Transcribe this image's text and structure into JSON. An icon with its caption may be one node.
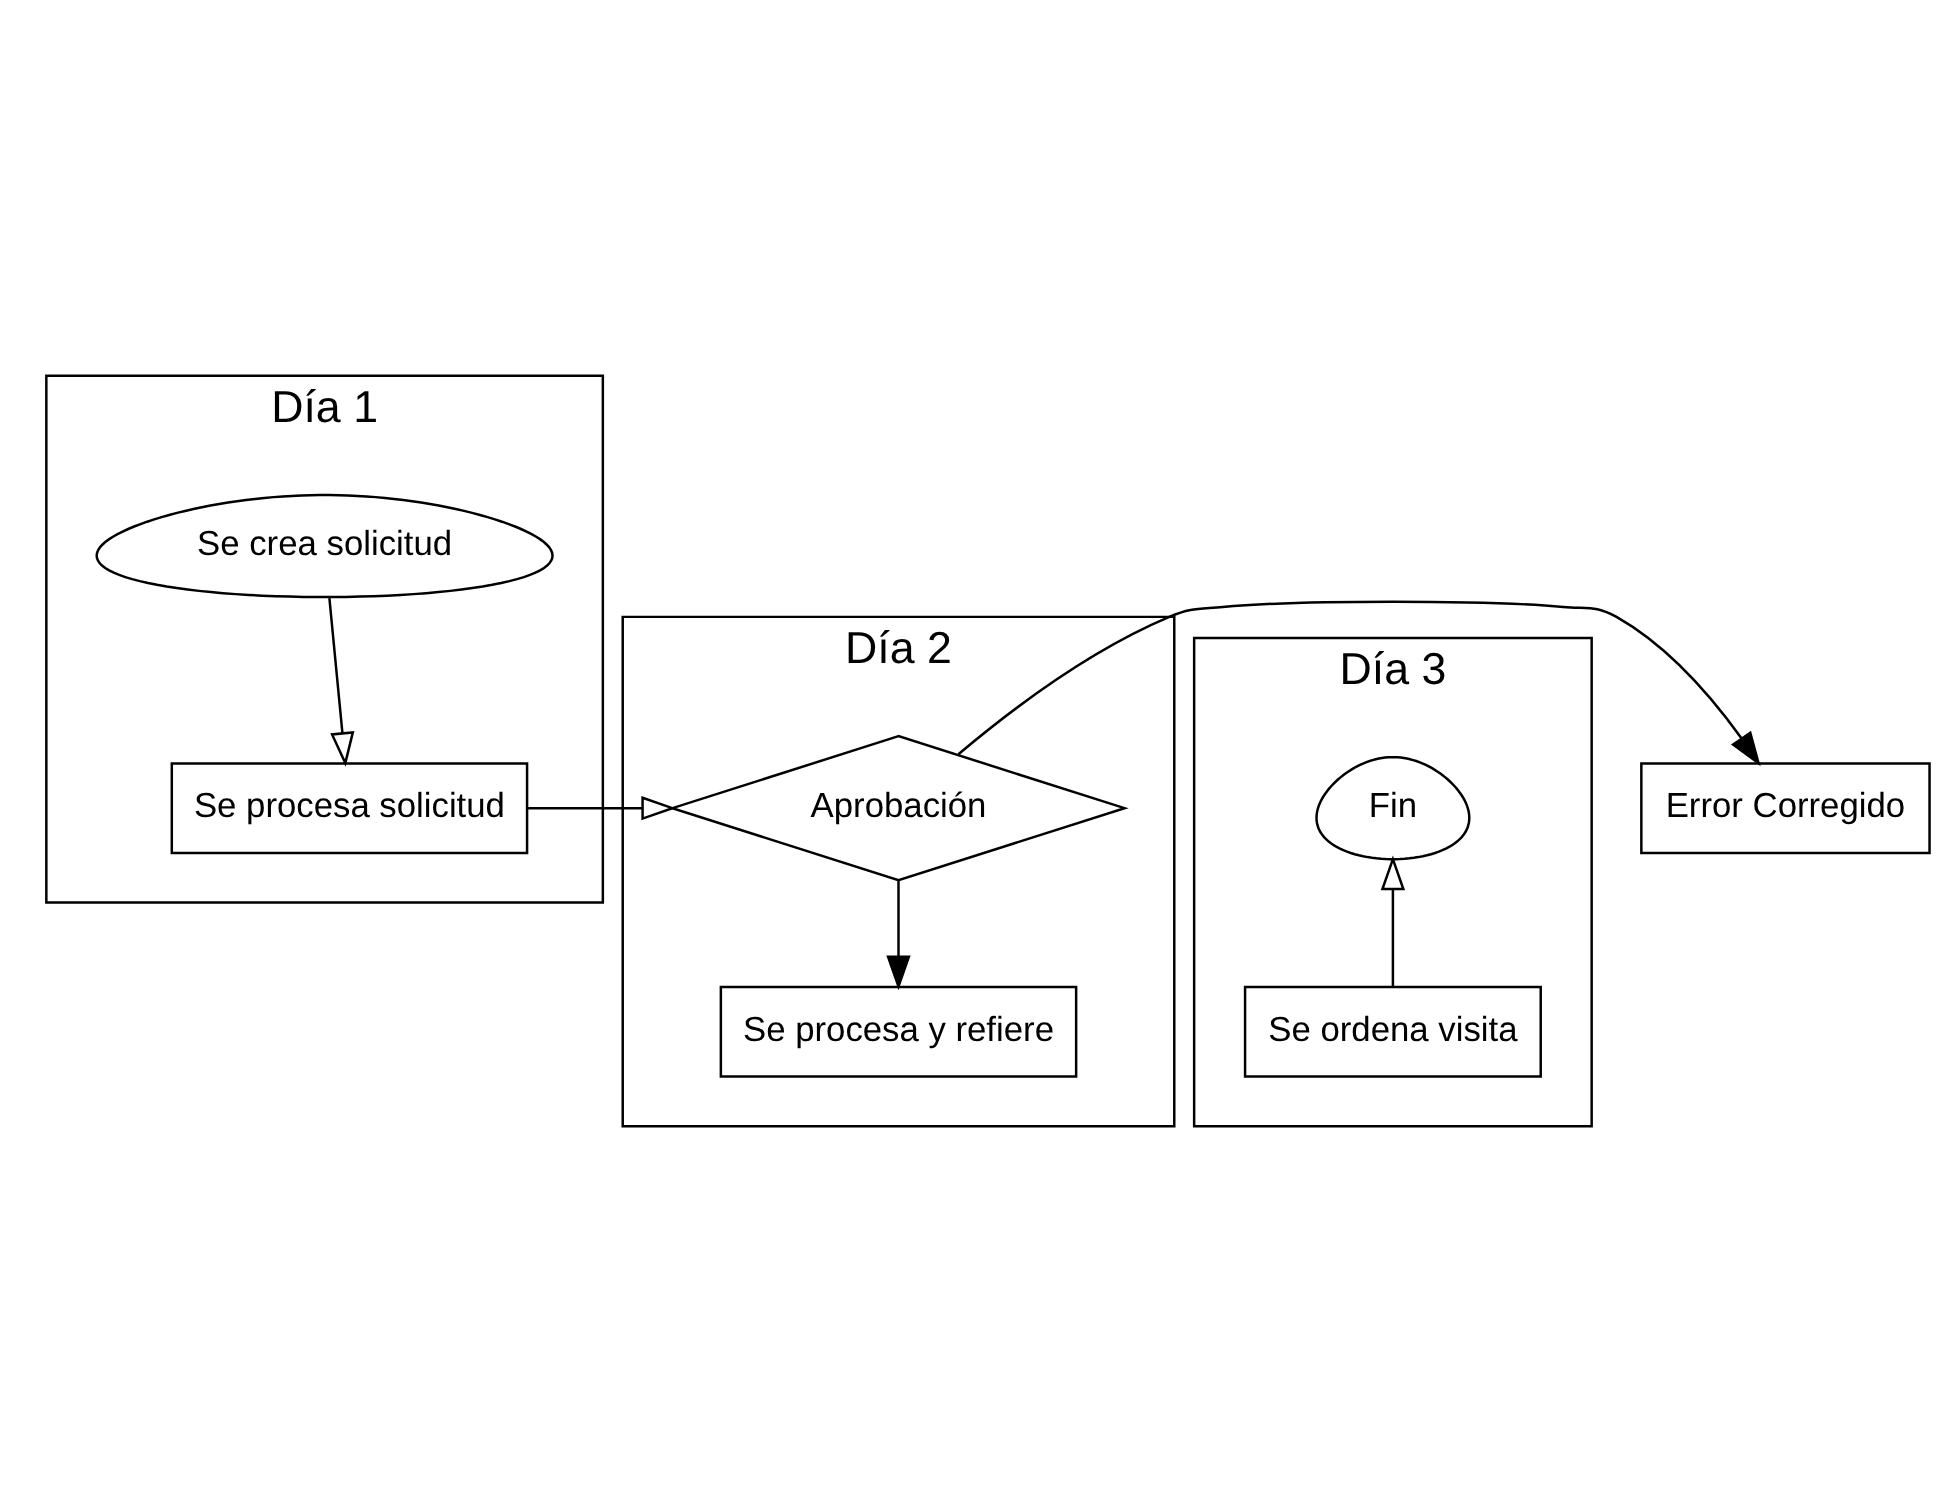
{
  "diagram": {
    "nodes": [
      {
        "text": [
          "Día 1"
        ]
      },
      {
        "text": [
          "Día 2"
        ]
      },
      {
        "text": [
          "Día 3"
        ]
      },
      {
        "text": [
          "Se crea solicitud"
        ],
        "in": 0
      },
      {
        "text": [
          "Se procesa solicitud"
        ],
        "in": 0
      },
      {
        "text": [
          "Aprobación"
        ],
        "in": 1
      },
      {
        "text": [
          "Error Corregido"
        ]
      },
      {
        "text": [
          "Se procesa y refiere"
        ],
        "in": 1
      },
      {
        "text": [
          "Fin"
        ],
        "in": 2
      },
      {
        "text": [
          "Se ordena visita"
        ],
        "in": 2
      }
    ],
    "edges": [
      {
        "from": 3,
        "to": 4,
        "arrow": "to"
      },
      {
        "from": 4,
        "to": 5,
        "arrow": "to"
      },
      {
        "from": 5,
        "to": 6,
        "arrow": "to"
      },
      {
        "from": 5,
        "to": 7,
        "arrow": "to"
      },
      {
        "from": 9,
        "to": 8,
        "arrow": "to"
      }
    ]
  }
}
